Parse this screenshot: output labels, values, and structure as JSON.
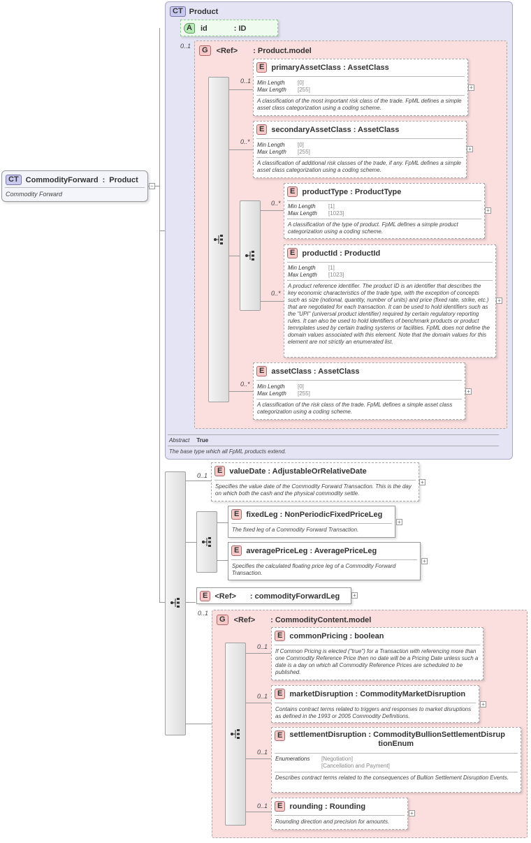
{
  "root": {
    "badge": "CT",
    "name": "CommodityForward",
    "type": "Product",
    "doc": "Commodity Forward"
  },
  "product": {
    "badge": "CT",
    "title": "Product",
    "attribute": {
      "badge": "A",
      "name": "id",
      "type": ": ID"
    },
    "group": {
      "mult": "0..1",
      "badge": "G",
      "ref": "<Ref>",
      "name": ": Product.model"
    },
    "elements": {
      "primaryAssetClass": {
        "mult": "0..1",
        "badge": "E",
        "title": "primaryAssetClass : AssetClass",
        "min_label": "Min Length",
        "min_val": "[0]",
        "max_label": "Max Length",
        "max_val": "[255]",
        "desc": "A classification of the most important risk class of the trade. FpML defines a simple asset class categorization using a coding scheme."
      },
      "secondaryAssetClass": {
        "mult": "0..*",
        "badge": "E",
        "title": "secondaryAssetClass : AssetClass",
        "min_label": "Min Length",
        "min_val": "[0]",
        "max_label": "Max Length",
        "max_val": "[255]",
        "desc": "A classification of additional risk classes of the trade, if any. FpML defines a simple asset class categorization using a coding scheme."
      },
      "productType": {
        "mult": "0..*",
        "badge": "E",
        "title": "productType : ProductType",
        "min_label": "Min Length",
        "min_val": "[1]",
        "max_label": "Max Length",
        "max_val": "[1023]",
        "desc": "A classification of the type of product. FpML defines a simple product categorization using a coding scheme."
      },
      "productId": {
        "mult": "0..*",
        "badge": "E",
        "title": "productId : ProductId",
        "min_label": "Min Length",
        "min_val": "[1]",
        "max_label": "Max Length",
        "max_val": "[1023]",
        "desc": "A product reference identifier. The product ID is an identifier that describes the key economic characteristics of the trade type, with the exception of concepts such as size (notional, quantity, number of units) and price (fixed rate, strike, etc.) that are negotiated for each transaction. It can be used to hold identifiers such as the \"UPI\" (universal product identifier) required by certain regulatory reporting rules. It can also be used to hold identifiers of benchmark products or product temnplates used by certain trading systems or facilities. FpML does not define the domain values associated with this element. Note that the domain values for this element are not strictly an enumerated list."
      },
      "assetClass": {
        "mult": "0..*",
        "badge": "E",
        "title": "assetClass : AssetClass",
        "min_label": "Min Length",
        "min_val": "[0]",
        "max_label": "Max Length",
        "max_val": "[255]",
        "desc": "A classification of the risk class of the trade. FpML defines a simple asset class categorization using a coding scheme."
      }
    },
    "abstract_label": "Abstract",
    "abstract_val": "True",
    "doc": "The base type which all FpML products extend."
  },
  "valueDate": {
    "mult": "0..1",
    "badge": "E",
    "title": "valueDate : AdjustableOrRelativeDate",
    "desc": "Specifies the value date of the Commodity Forward Transaction. This is the day on which both the cash and the physical commodity settle."
  },
  "fixedLeg": {
    "badge": "E",
    "title": "fixedLeg : NonPeriodicFixedPriceLeg",
    "desc": "The fixed leg of a Commodity Forward Transaction."
  },
  "averagePriceLeg": {
    "badge": "E",
    "title": "averagePriceLeg : AveragePriceLeg",
    "desc": "Specifies the calculated floating price leg of a Commodity Forward Transaction."
  },
  "commodityForwardLeg": {
    "badge": "E",
    "ref": "<Ref>",
    "name": ": commodityForwardLeg"
  },
  "commodityContent": {
    "mult": "0..1",
    "badge": "G",
    "ref": "<Ref>",
    "name": ": CommodityContent.model",
    "commonPricing": {
      "mult": "0..1",
      "badge": "E",
      "title": "commonPricing : boolean",
      "desc": "If Common Pricing is elected (\"true\") for a Transaction with referencing more than one Commodity Reference Price then no date will be a Pricing Date unless such a date is a day on which all Commodity Reference Prices are scheduled to be published."
    },
    "marketDisruption": {
      "mult": "0..1",
      "badge": "E",
      "title": "marketDisruption : CommodityMarketDisruption",
      "desc": "Contains contract terms related to triggers and responses to market disruptions as defined in the 1993 or 2005 Commodity Definitions."
    },
    "settlementDisruption": {
      "mult": "0..1",
      "badge": "E",
      "title_line1": "settlementDisruption : CommodityBullionSettlementDisrup",
      "title_line2": "tionEnum",
      "enum_label": "Enumerations",
      "enum1": "[Negotiation]",
      "enum2": "[Cancellation and Payment]",
      "desc": "Describes contract terms related to the consequences of Bullion Settlement Disruption Events."
    },
    "rounding": {
      "mult": "0..1",
      "badge": "E",
      "title": "rounding : Rounding",
      "desc": "Rounding direction and precision for amounts."
    }
  }
}
